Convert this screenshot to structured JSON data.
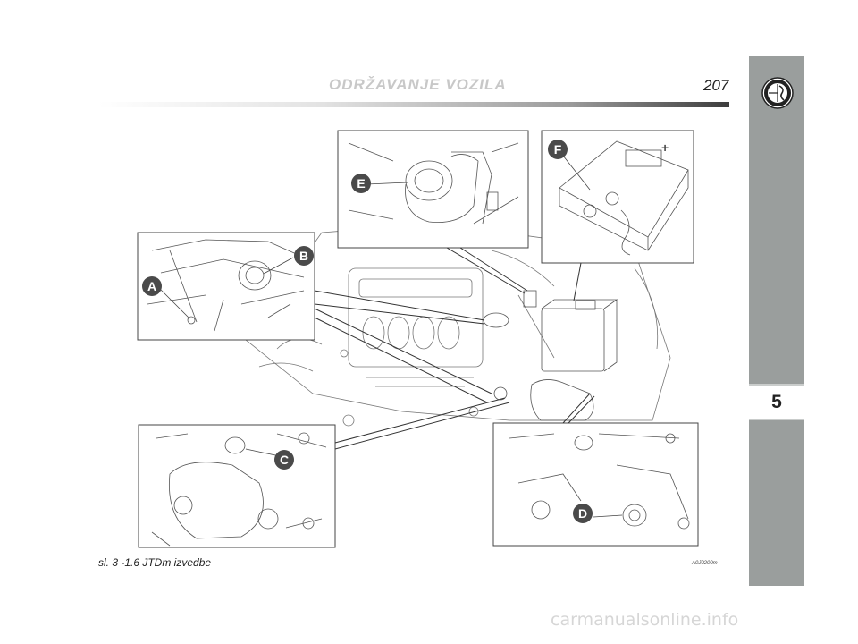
{
  "header": {
    "section_title": "ODRŽAVANJE VOZILA",
    "page_number": "207"
  },
  "side_tab": {
    "chapter_number": "5",
    "logo_icon": "alfa-romeo-badge-icon"
  },
  "figure": {
    "callouts": [
      "A",
      "B",
      "C",
      "D",
      "E",
      "F"
    ],
    "battery_sign": "+",
    "caption": "sl. 3 -1.6 JTDm izvedbe",
    "image_code": "A0J0200m"
  },
  "footer": {
    "watermark": "carmanualsonline.info"
  },
  "colors": {
    "side_band": "#9a9e9d",
    "line_art": "#555555",
    "callout_fill": "#4a4a4a"
  }
}
